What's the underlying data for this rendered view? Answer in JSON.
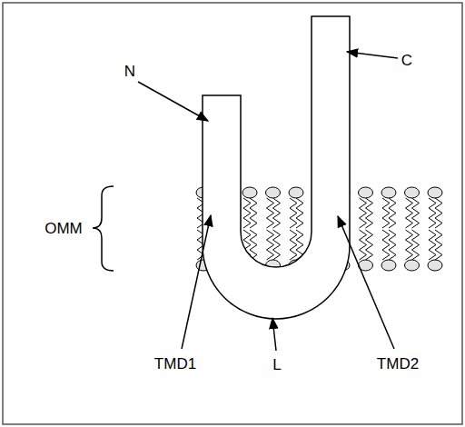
{
  "diagram": {
    "labels": [
      "N",
      "C",
      "OMM",
      "TMD1",
      "L",
      "TMD2"
    ]
  }
}
